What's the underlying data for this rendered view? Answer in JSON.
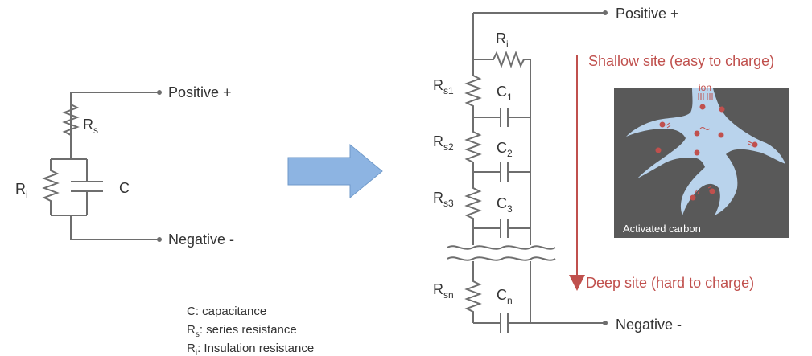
{
  "left_circuit": {
    "positive": "Positive +",
    "negative": "Negative -",
    "r_series": "R",
    "r_series_sub": "s",
    "r_insulation": "R",
    "r_insulation_sub": "i",
    "capacitor": "C"
  },
  "legend": [
    {
      "main": "C: capacitance",
      "sub": "",
      "rest": ""
    },
    {
      "main": "R",
      "sub": "s",
      "rest": ": series resistance"
    },
    {
      "main": "R",
      "sub": "i",
      "rest": ": Insulation resistance"
    }
  ],
  "right_circuit": {
    "positive": "Positive +",
    "negative": "Negative -",
    "r_insulation": "R",
    "r_insulation_sub": "i",
    "rs1": "R",
    "rs1_sub": "s1",
    "rs2": "R",
    "rs2_sub": "s2",
    "rs3": "R",
    "rs3_sub": "s3",
    "rsn": "R",
    "rsn_sub": "sn",
    "c1": "C",
    "c1_sub": "1",
    "c2": "C",
    "c2_sub": "2",
    "c3": "C",
    "c3_sub": "3",
    "cn": "C",
    "cn_sub": "n"
  },
  "annotations": {
    "shallow": "Shallow site (easy to charge)",
    "deep": "Deep site (hard to charge)",
    "ion": "ion",
    "carbon": "Activated carbon"
  },
  "colors": {
    "wire": "#6e6e6e",
    "accent_red": "#c0504d",
    "arrow_fill": "#8db4e2",
    "panel": "#595959",
    "pore": "#b9d3ec"
  }
}
